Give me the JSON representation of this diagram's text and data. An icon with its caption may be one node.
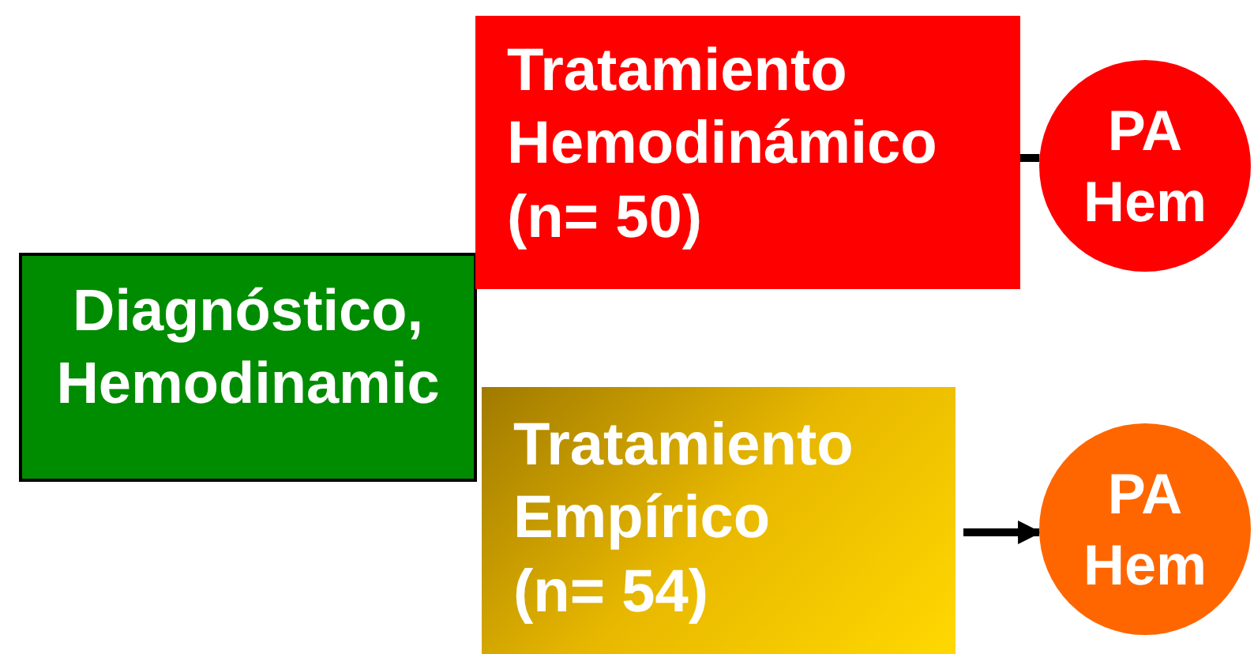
{
  "diagram": {
    "nodes": [
      {
        "text": [
          "Diagnóstico, Hemodinamic"
        ]
      },
      {
        "text": [
          "Tratamiento Hemodinámico (n= 50)"
        ]
      },
      {
        "text": [
          "Tratamiento Empírico (n= 54)"
        ]
      },
      {
        "text": [
          "PA Hem"
        ]
      },
      {
        "text": [
          "PA Hem"
        ]
      }
    ],
    "edges": [
      {
        "from": 1,
        "to": 3,
        "arrow": "none"
      },
      {
        "from": 2,
        "to": 4,
        "arrow": "to"
      }
    ]
  }
}
